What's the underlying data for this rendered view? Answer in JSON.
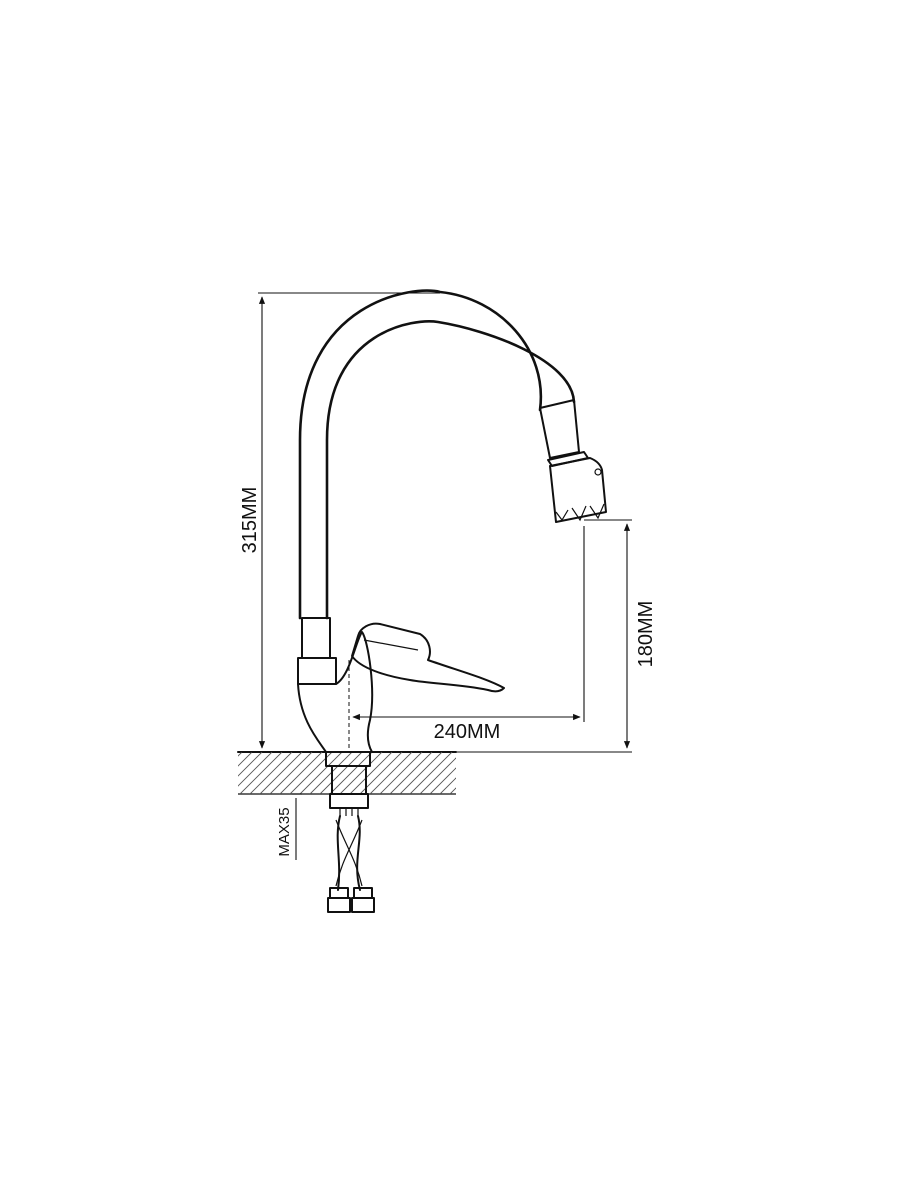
{
  "dimensions": {
    "total_height": "315MM",
    "spout_height": "180MM",
    "spout_reach": "240MM",
    "max_mount_thickness": "MAX35"
  }
}
